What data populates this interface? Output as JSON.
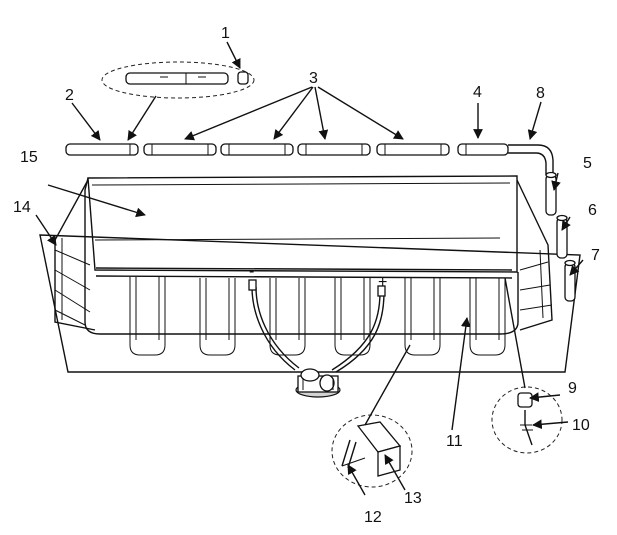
{
  "diagram": {
    "callouts": [
      {
        "id": "1",
        "label": "1"
      },
      {
        "id": "2",
        "label": "2"
      },
      {
        "id": "3",
        "label": "3"
      },
      {
        "id": "4",
        "label": "4"
      },
      {
        "id": "5",
        "label": "5"
      },
      {
        "id": "6",
        "label": "6"
      },
      {
        "id": "7",
        "label": "7"
      },
      {
        "id": "8",
        "label": "8"
      },
      {
        "id": "9",
        "label": "9"
      },
      {
        "id": "10",
        "label": "10"
      },
      {
        "id": "11",
        "label": "11"
      },
      {
        "id": "12",
        "label": "12"
      },
      {
        "id": "13",
        "label": "13"
      },
      {
        "id": "14",
        "label": "14"
      },
      {
        "id": "15",
        "label": "15"
      }
    ],
    "pump_labels": {
      "minus": "-",
      "plus": "+"
    }
  }
}
